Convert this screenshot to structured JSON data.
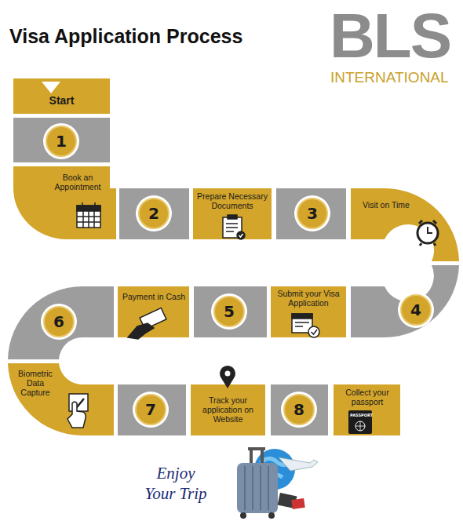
{
  "diagram": {
    "title": "Visa Application Process",
    "nodes": [
      {
        "text": [
          "Start"
        ]
      },
      {
        "text": [
          "1"
        ]
      },
      {
        "text": [
          "Book an Appointment"
        ]
      },
      {
        "text": [
          "2"
        ]
      },
      {
        "text": [
          "Prepare Necessary Documents"
        ]
      },
      {
        "text": [
          "3"
        ]
      },
      {
        "text": [
          "Visit on Time"
        ]
      },
      {
        "text": [
          "4"
        ]
      },
      {
        "text": [
          "Submit your Visa Application"
        ]
      },
      {
        "text": [
          "5"
        ]
      },
      {
        "text": [
          "Payment in Cash"
        ]
      },
      {
        "text": [
          "6"
        ]
      },
      {
        "text": [
          "Biometric Data Capture"
        ]
      },
      {
        "text": [
          "7"
        ]
      },
      {
        "text": [
          "Track your application on Website"
        ]
      },
      {
        "text": [
          "8"
        ]
      },
      {
        "text": [
          "Collect your passport"
        ]
      }
    ],
    "labels": [
      "BLS",
      "INTERNATIONAL",
      "PASSPORT",
      "Enjoy Your Trip"
    ]
  }
}
